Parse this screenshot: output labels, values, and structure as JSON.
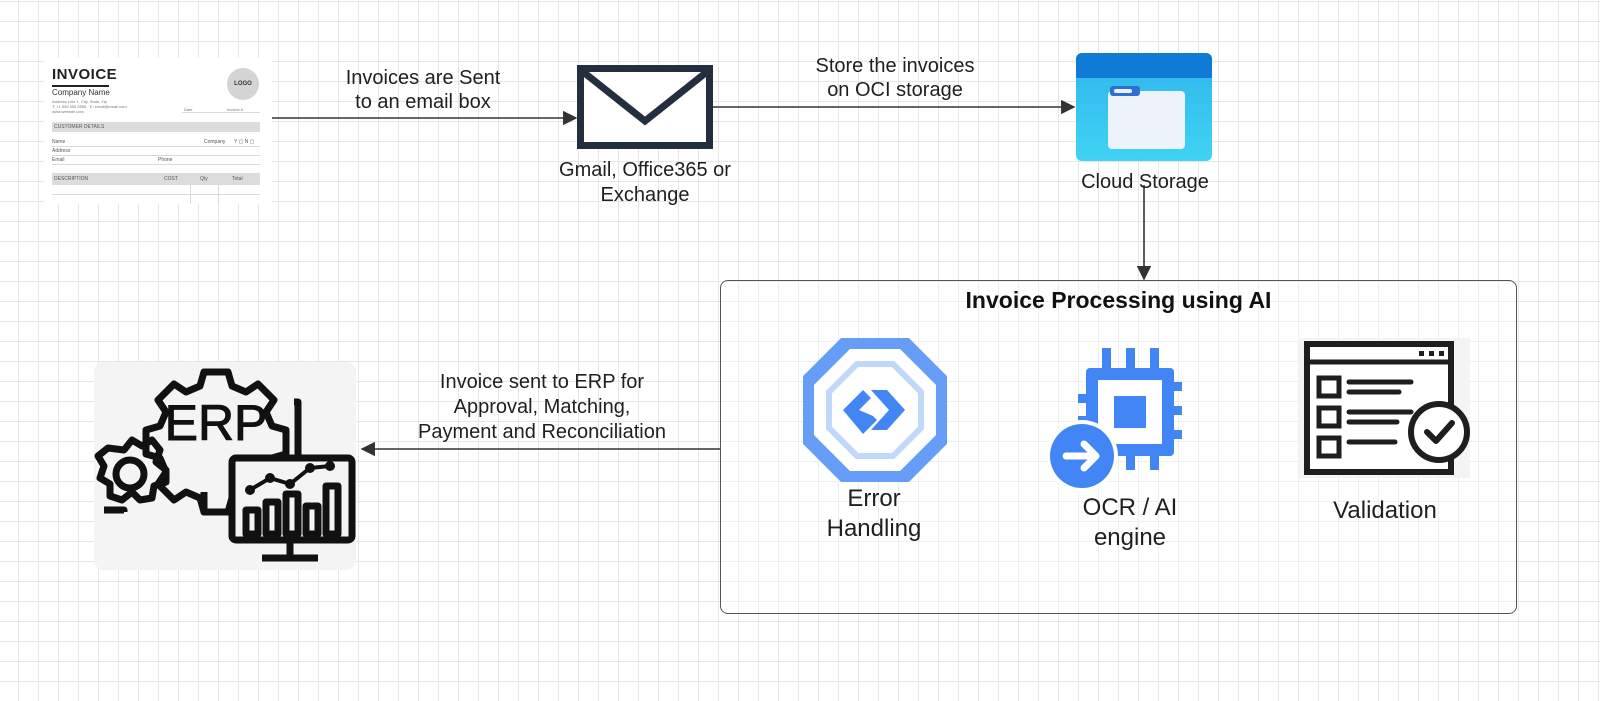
{
  "invoice_doc": {
    "title": "INVOICE",
    "company": "Company Name",
    "address": "Address Line 1, City, State, Zip",
    "contact": "T: +1 555 555 5555 · E: email@email.com",
    "website": "www.website.com",
    "logo": "LOGO",
    "date_label": "Date",
    "invoice_no_label": "Invoice #",
    "customer_section": "CUSTOMER DETAILS",
    "fields": {
      "name": "Name",
      "company": "Company",
      "company_marks": "Y ▢ N ▢",
      "address": "Address",
      "email": "Email",
      "phone": "Phone"
    },
    "columns": [
      "DESCRIPTION",
      "COST",
      "Qty",
      "Total"
    ]
  },
  "edges": {
    "to_email": "Invoices are Sent\nto an email box",
    "to_storage": "Store the invoices\non OCI storage",
    "to_erp": "Invoice sent to ERP for\nApproval, Matching,\nPayment and Reconciliation"
  },
  "nodes": {
    "email": "Gmail, Office365 or\nExchange",
    "storage": "Cloud Storage",
    "processing_title": "Invoice Processing using AI",
    "error": "Error\nHandling",
    "ocr": "OCR / AI\nengine",
    "validation": "Validation",
    "erp_text": "ERP"
  },
  "colors": {
    "google_light": "#669df6",
    "google_dark": "#4285f4",
    "folder_top": "#0f7bd6",
    "folder_body": "#35c8f0",
    "dark": "#1e1e1e",
    "envelope": "#232f3e"
  },
  "icons": [
    "invoice-document",
    "envelope-icon",
    "cloud-storage-folder-icon",
    "error-handling-icon",
    "ocr-chip-icon",
    "validation-checklist-icon",
    "erp-gears-icon"
  ]
}
